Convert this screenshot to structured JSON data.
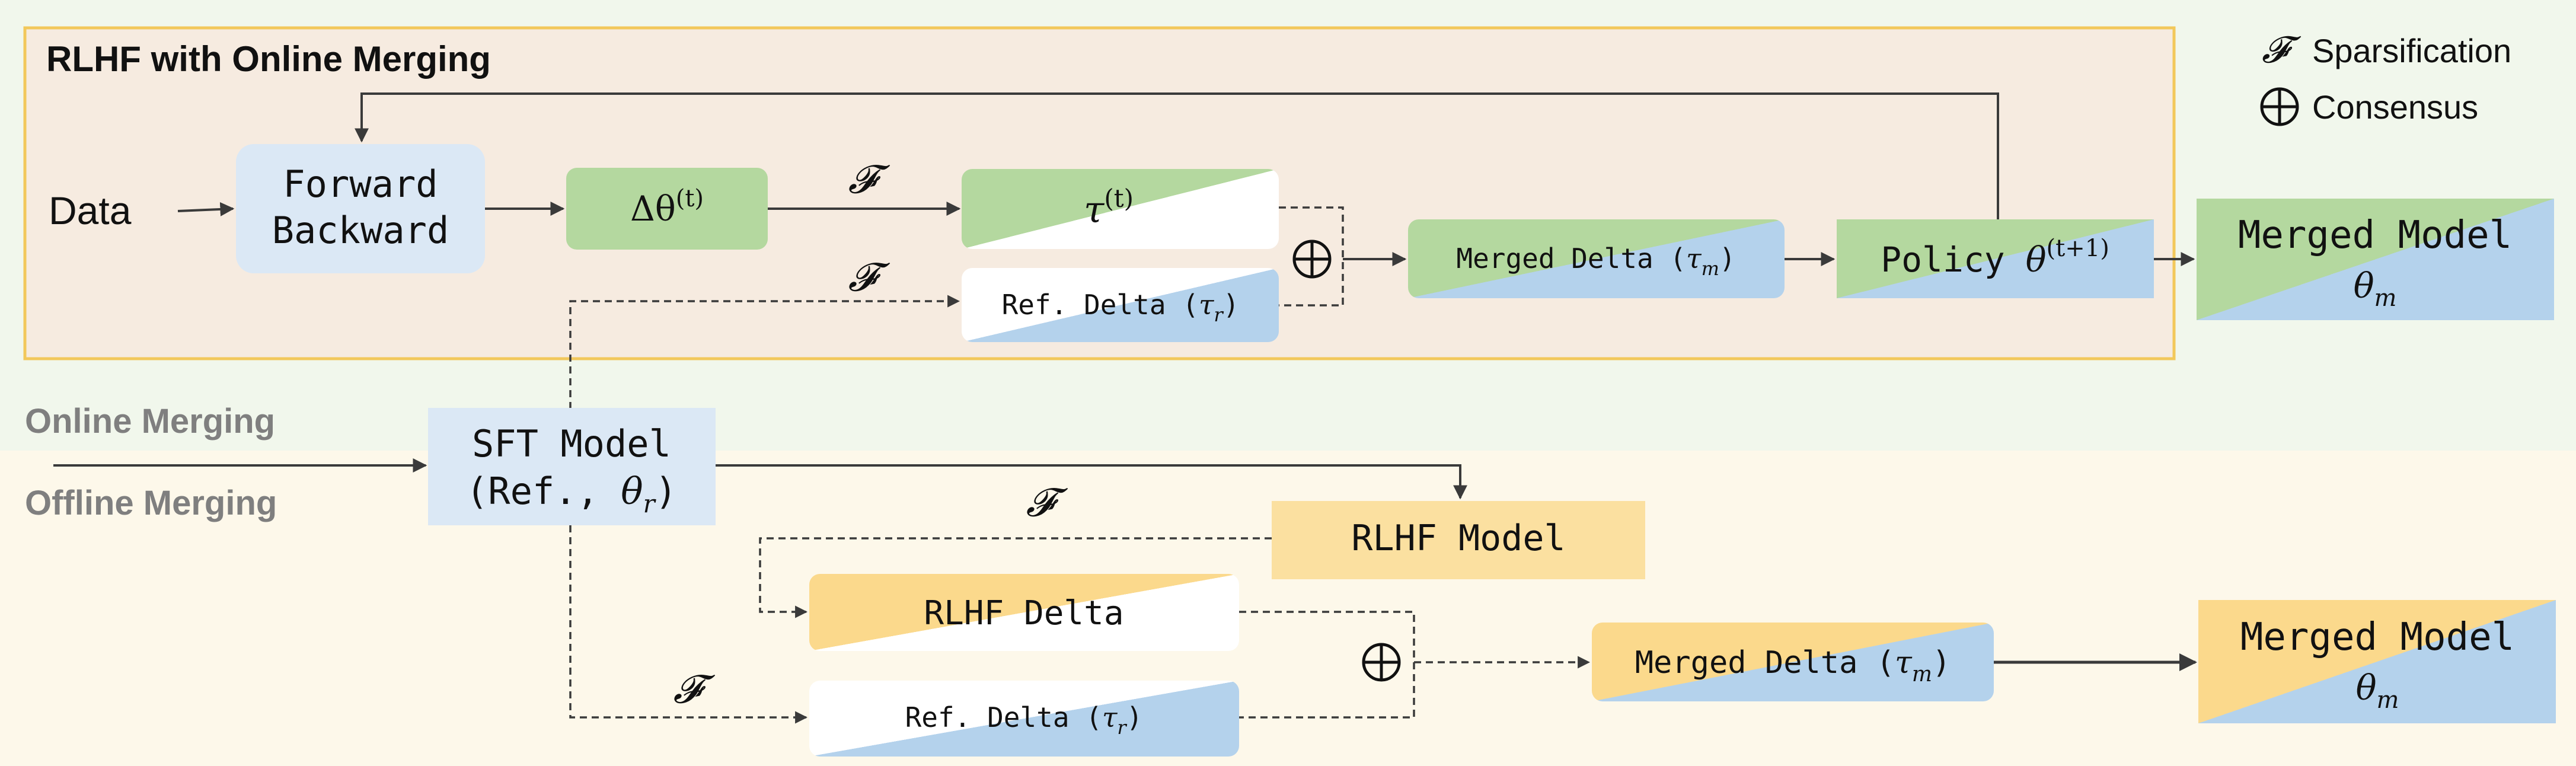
{
  "title": "RLHF with Online Merging",
  "legend": {
    "sparsification_symbol": "𝓕",
    "sparsification_label": "Sparsification",
    "consensus_symbol": "⨁",
    "consensus_label": "Consensus"
  },
  "sections": {
    "online_label": "Online Merging",
    "offline_label": "Offline Merging"
  },
  "online": {
    "data_label": "Data",
    "forward_label": "Forward",
    "backward_label": "Backward",
    "delta_theta": "Δθ",
    "delta_theta_sup": "(t)",
    "tau": "τ",
    "tau_sup": "(t)",
    "ref_delta_prefix": "Ref. Delta (",
    "ref_delta_var": "τ",
    "ref_delta_sub": "r",
    "ref_delta_suffix": ")",
    "merged_delta_prefix": "Merged Delta (",
    "merged_delta_var": "τ",
    "merged_delta_sub": "m",
    "merged_delta_suffix": ")",
    "policy_prefix": "Policy ",
    "policy_var": "θ",
    "policy_sup": "(t+1)",
    "merged_model_label": "Merged Model",
    "merged_model_var": "θ",
    "merged_model_sub": "m",
    "f_symbol": "𝓕",
    "consensus_symbol": "⨁"
  },
  "sft": {
    "line1": "SFT Model",
    "line2_prefix": "(Ref., ",
    "line2_var": "θ",
    "line2_sub": "r",
    "line2_suffix": ")"
  },
  "offline": {
    "rlhf_model_label": "RLHF Model",
    "rlhf_delta_label": "RLHF Delta",
    "ref_delta_prefix": "Ref. Delta (",
    "ref_delta_var": "τ",
    "ref_delta_sub": "r",
    "ref_delta_suffix": ")",
    "merged_delta_prefix": "Merged Delta (",
    "merged_delta_var": "τ",
    "merged_delta_sub": "m",
    "merged_delta_suffix": ")",
    "merged_model_label": "Merged Model",
    "merged_model_var": "θ",
    "merged_model_sub": "m",
    "f_symbol": "𝓕",
    "consensus_symbol": "⨁"
  },
  "colors": {
    "online_bg": "#f1f7ec",
    "offline_bg": "#fdf8ea",
    "rlhf_panel_bg": "#f6ebe0",
    "rlhf_panel_border": "#f2c85b",
    "green": "#b4d89f",
    "blue": "#b4d2ec",
    "light_blue": "#dbe8f5",
    "yellow": "#fbe0a0",
    "gray_text": "#7f7f7f",
    "line": "#3a3a3a"
  }
}
